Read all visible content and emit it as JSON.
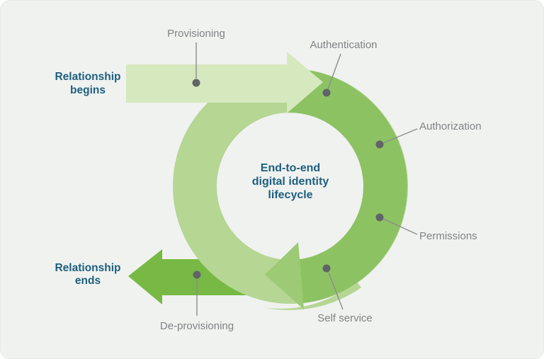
{
  "center": {
    "lines": [
      "End-to-end",
      "digital identity",
      "lifecycle"
    ]
  },
  "stages": {
    "provisioning": "Provisioning",
    "authentication": "Authentication",
    "authorization": "Authorization",
    "permissions": "Permissions",
    "self_service": "Self service",
    "deprovisioning": "De-provisioning"
  },
  "endpoints": {
    "begins": {
      "line1": "Relationship",
      "line2": "begins"
    },
    "ends": {
      "line1": "Relationship",
      "line2": "ends"
    }
  },
  "colors": {
    "card_bg": "#f0f2f0",
    "card_border": "#e6e8e6",
    "pale_arrow": "#d6e8bd",
    "ring_light": "#b6d694",
    "ring_dark": "#8dc263",
    "ring_arrowhead": "#9dca75",
    "dark_arrow": "#77b944",
    "label_text": "#808285",
    "accent_text": "#1d5f7e",
    "connector": "#8a8c8e",
    "dot": "#606367"
  }
}
